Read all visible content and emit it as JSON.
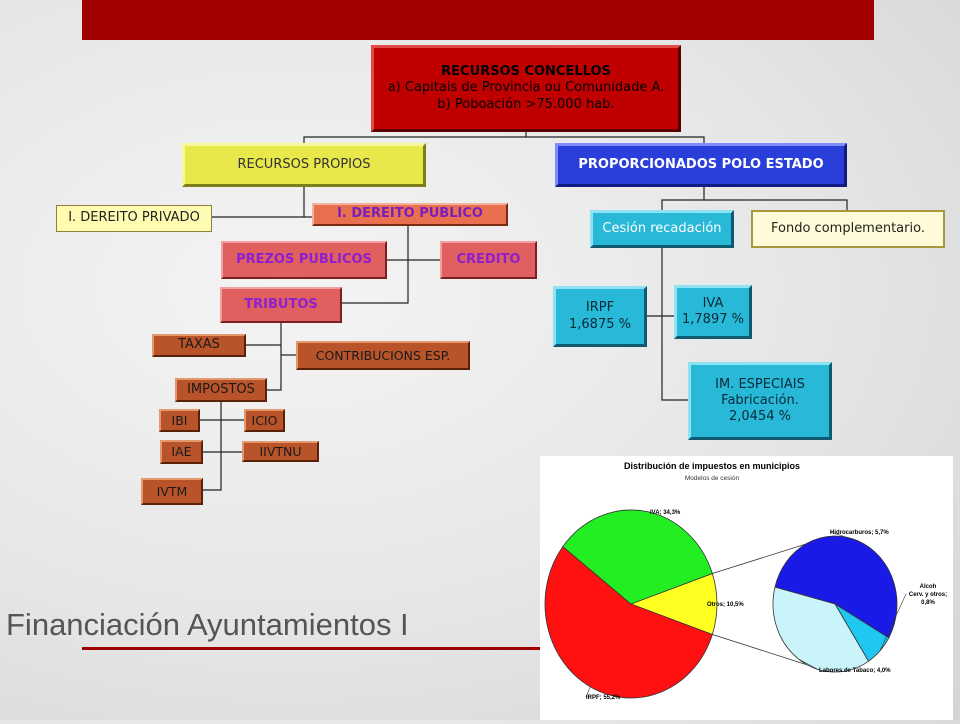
{
  "slide": {
    "title": "Financiación Ayuntamientos I",
    "accent_color": "#a00000"
  },
  "org_chart": {
    "root": {
      "line1": "RECURSOS CONCELLOS",
      "line2": "a) Capitais de Provincia ou Comunidade A.",
      "line3": "b) Poboación >75.000 hab."
    },
    "recursos_propios": "RECURSOS PROPIOS",
    "proporcionados_estado": "PROPORCIONADOS POLO ESTADO",
    "dereito_privado": "I. DEREITO PRIVADO",
    "dereito_publico": "I. DEREITO PUBLICO",
    "prezos_publicos": "PREZOS PUBLICOS",
    "credito": "CREDITO",
    "tributos": "TRIBUTOS",
    "taxas": "TAXAS",
    "contribucions": "CONTRIBUCIONS ESP.",
    "impostos": "IMPOSTOS",
    "ibi": "IBI",
    "icio": "ICIO",
    "iae": "IAE",
    "iivtnu": "IIVTNU",
    "ivtm": "IVTM",
    "cesion": "Cesión recadación",
    "fondo": "Fondo complementario.",
    "irpf": {
      "line1": "IRPF",
      "line2": "1,6875 %"
    },
    "iva": {
      "line1": "IVA",
      "line2": "1,7897 %"
    },
    "especiais": {
      "line1": "IM. ESPECIAIS",
      "line2": "Fabricación.",
      "line3": "2,0454 %"
    }
  },
  "chart_data": {
    "type": "pie",
    "title": "Distribución de impuestos en municipios",
    "subtitle": "Modelos de cesión",
    "slices": [
      {
        "label": "IVA; 34,3%",
        "value": 34.3,
        "color": "#22ee22"
      },
      {
        "label": "Otros; 10,5%",
        "value": 10.5,
        "color": "#ffff22"
      },
      {
        "label": "IRPF; 55,2%",
        "value": 55.2,
        "color": "#ff1111"
      }
    ],
    "breakdown": {
      "of": "Otros",
      "slices": [
        {
          "label": "Hidrocarburos; 5,7%",
          "value": 5.7,
          "color": "#1a1ae6"
        },
        {
          "label": "Alcoh Cerv. y otros; 0,8%",
          "value": 0.8,
          "color": "#1ec8f0"
        },
        {
          "label": "Labores de Tabaco; 4,0%",
          "value": 4.0,
          "color": "#c8f4fa"
        }
      ]
    }
  }
}
